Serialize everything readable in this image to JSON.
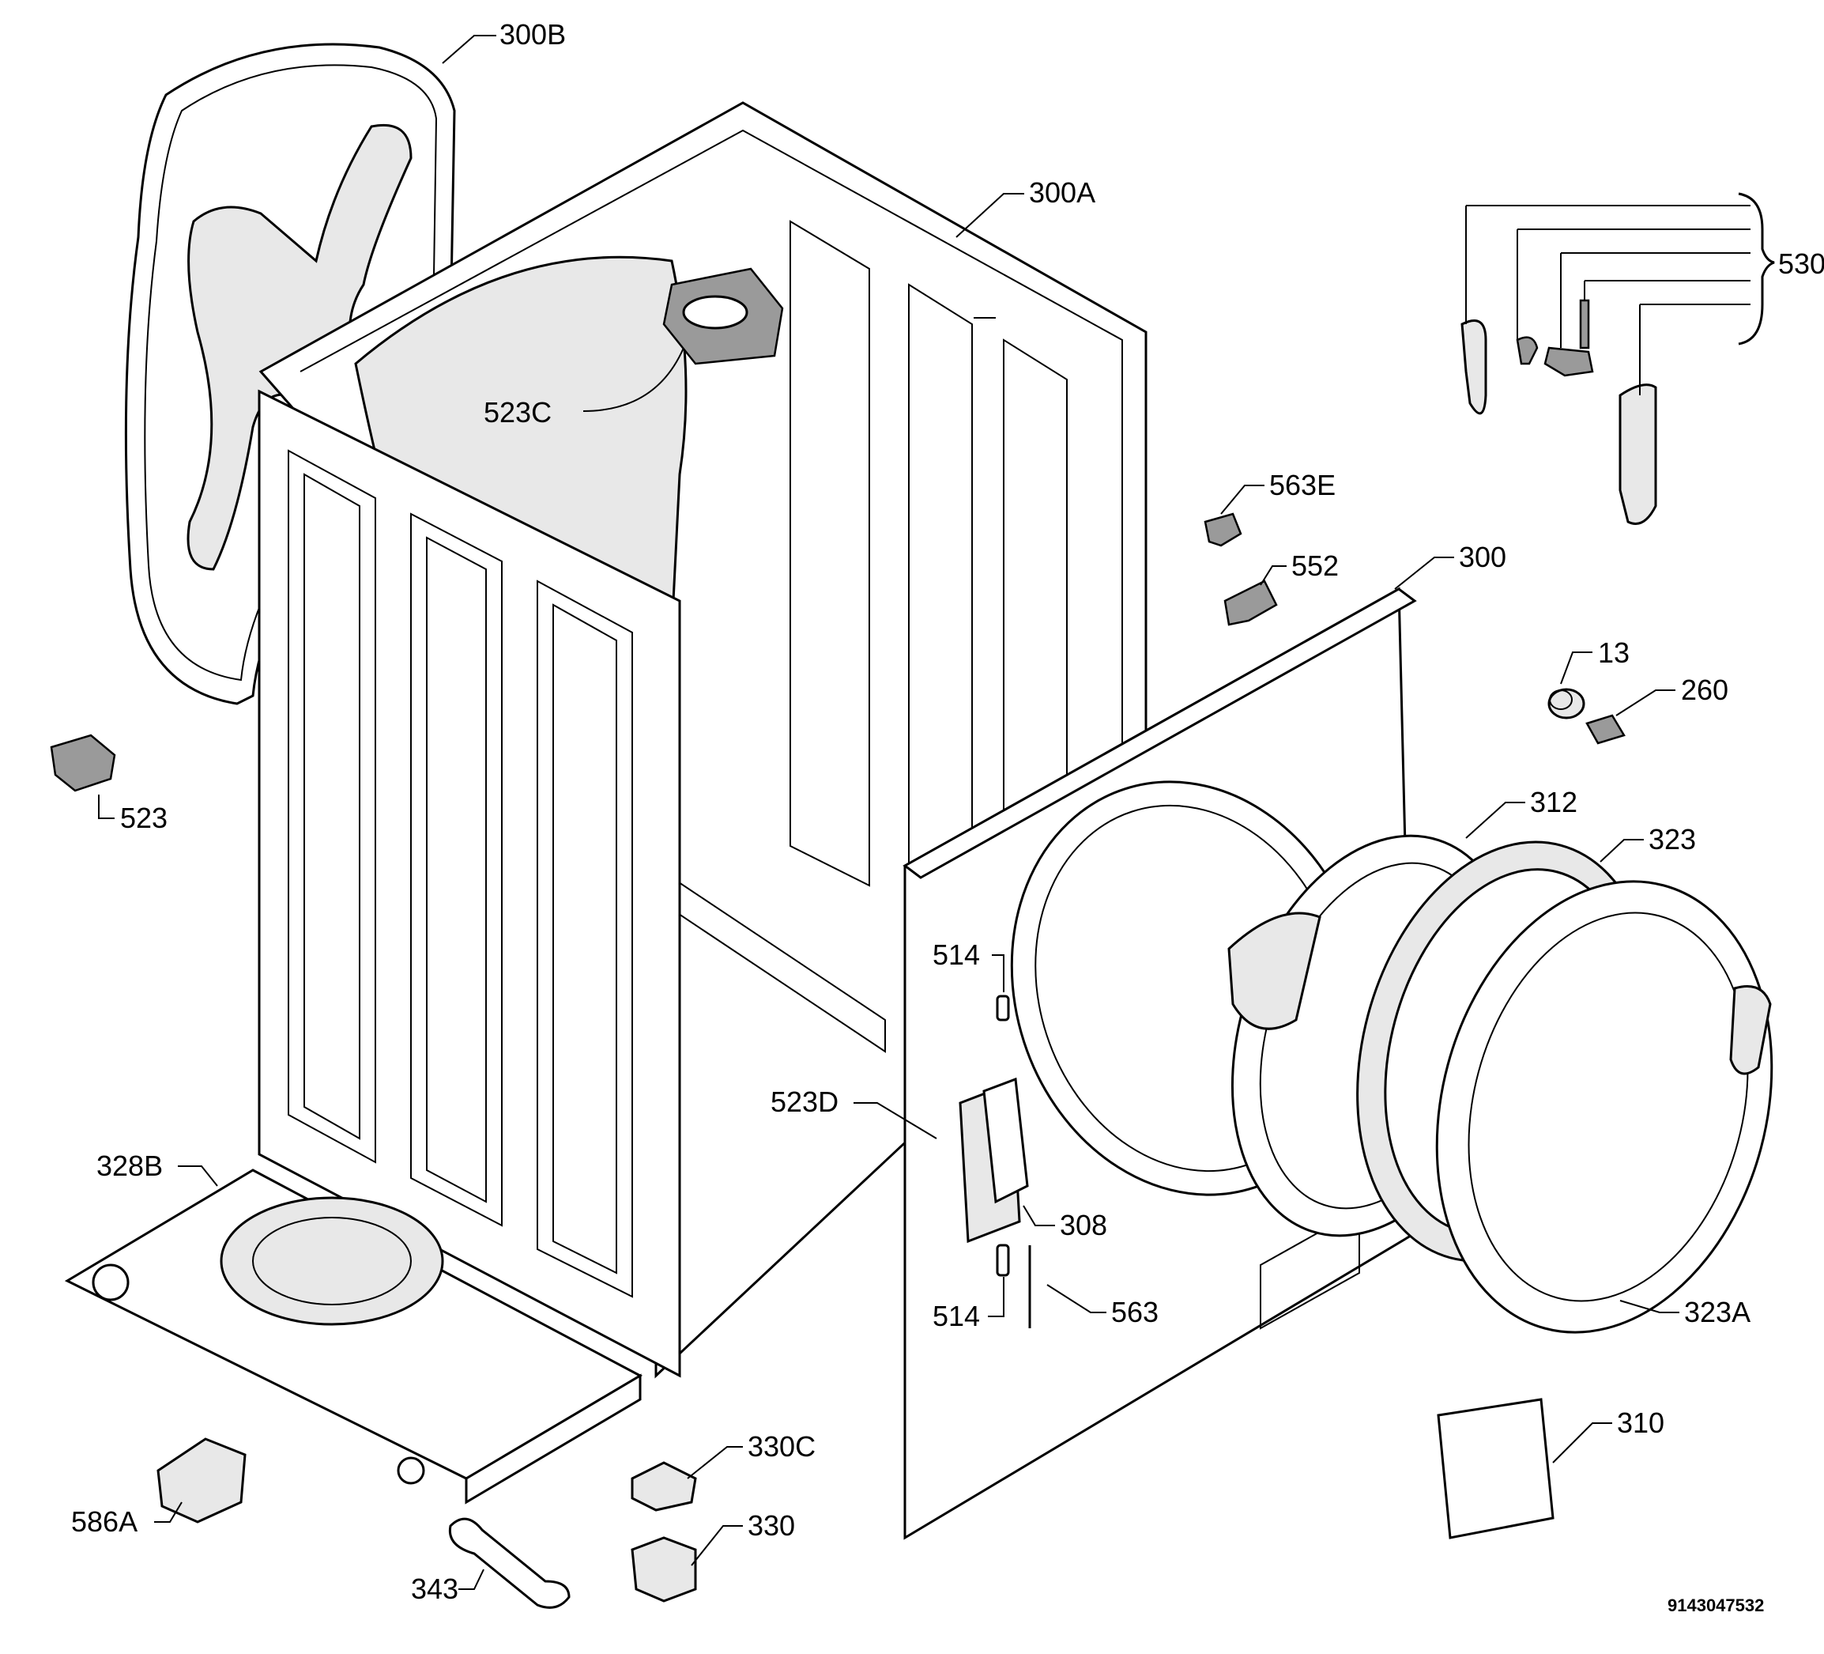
{
  "diagram": {
    "document_number": "9143047532",
    "labels": {
      "p300B": "300B",
      "p300A": "300A",
      "p530": "530",
      "p523C": "523C",
      "p563E": "563E",
      "p552": "552",
      "p300": "300",
      "p13": "13",
      "p260": "260",
      "p523": "523",
      "p312": "312",
      "p323": "323",
      "p514a": "514",
      "p523D": "523D",
      "p328B": "328B",
      "p308": "308",
      "p514b": "514",
      "p563": "563",
      "p323A": "323A",
      "p310": "310",
      "p330C": "330C",
      "p586A": "586A",
      "p330": "330",
      "p343": "343"
    }
  }
}
